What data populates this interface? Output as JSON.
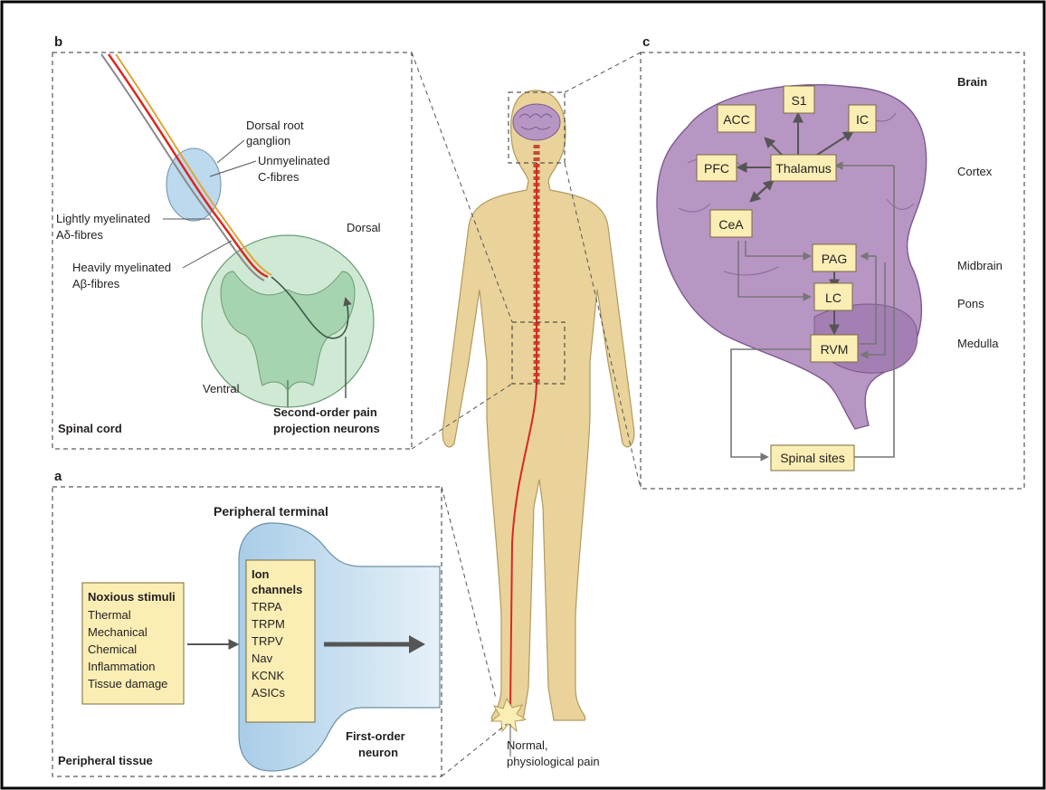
{
  "panels": {
    "b": {
      "letter": "b",
      "dorsal_root_ganglion": [
        "Dorsal root",
        "ganglion"
      ],
      "unmyelinated": [
        "Unmyelinated",
        "C-fibres"
      ],
      "lightly": [
        "Lightly myelinated",
        "Aδ-fibres"
      ],
      "heavily": [
        "Heavily myelinated",
        "Aβ-fibres"
      ],
      "dorsal": "Dorsal",
      "ventral": "Ventral",
      "second_order": [
        "Second-order pain",
        "projection neurons"
      ],
      "region": "Spinal cord"
    },
    "c": {
      "letter": "c",
      "levels": {
        "brain": "Brain",
        "cortex": "Cortex",
        "midbrain": "Midbrain",
        "pons": "Pons",
        "medulla": "Medulla"
      },
      "boxes": {
        "acc": "ACC",
        "s1": "S1",
        "ic": "IC",
        "pfc": "PFC",
        "thalamus": "Thalamus",
        "cea": "CeA",
        "pag": "PAG",
        "lc": "LC",
        "rvm": "RVM",
        "spinal": "Spinal sites"
      }
    },
    "a": {
      "letter": "a",
      "peripheral_terminal": "Peripheral terminal",
      "noxious_title": "Noxious stimuli",
      "noxious_items": [
        "Thermal",
        "Mechanical",
        "Chemical",
        "Inflammation",
        "Tissue damage"
      ],
      "ion_title": [
        "Ion",
        "channels"
      ],
      "ion_items": [
        "TRPA",
        "TRPM",
        "TRPV",
        "Nav",
        "KCNK",
        "ASICs"
      ],
      "first_order": [
        "First-order",
        "neuron"
      ],
      "region": "Peripheral tissue"
    }
  },
  "body": {
    "pain_label": [
      "Normal,",
      "physiological pain"
    ]
  },
  "colors": {
    "skin": "#e9d39b",
    "skin_stroke": "#b09a5e",
    "brain": "#b896c4",
    "brain_stroke": "#7b5a8c",
    "box": "#fbeeb5",
    "box_stroke": "#7a6a3a",
    "nerve": "#d9281f",
    "cord": "#cfe9d4",
    "terminal": "#bcd9ee"
  }
}
